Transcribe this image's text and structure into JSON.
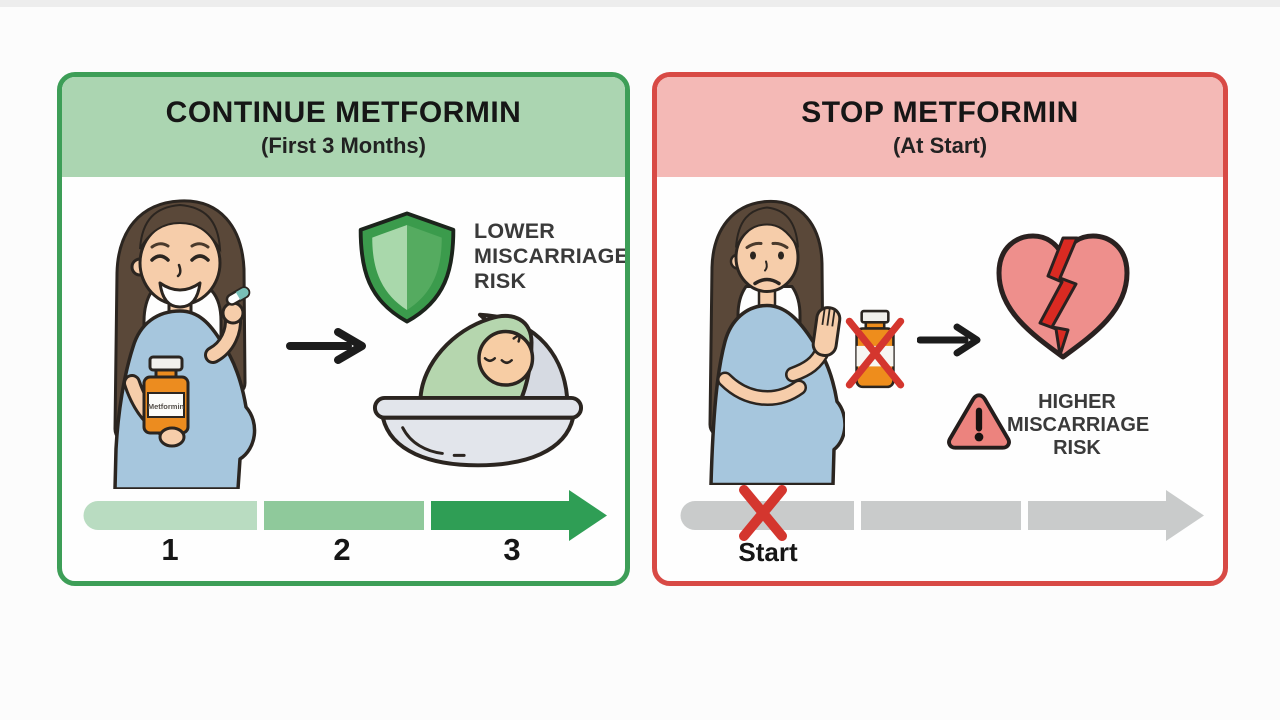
{
  "left_panel": {
    "title": "CONTINUE METFORMIN",
    "subtitle": "(First 3 Months)",
    "outcome_line1": "LOWER",
    "outcome_line2": "MISCARRIAGE",
    "outcome_line3": "RISK",
    "bottle_label": "Metformin",
    "timeline_labels": [
      "1",
      "2",
      "3"
    ],
    "icons": [
      "pregnant-woman-taking-pill",
      "right-arrow",
      "protection-shield",
      "baby-in-bassinet",
      "green-timeline-arrow"
    ]
  },
  "right_panel": {
    "title": "STOP METFORMIN",
    "subtitle": "(At Start)",
    "outcome_line1": "HIGHER",
    "outcome_line2": "MISCARRIAGE",
    "outcome_line3": "RISK",
    "timeline_start_label": "Start",
    "icons": [
      "pregnant-woman-refusing-pill",
      "crossed-out-pill-bottle",
      "right-arrow",
      "broken-heart",
      "warning-triangle",
      "gray-timeline-arrow",
      "red-x-mark"
    ]
  },
  "colors": {
    "page_bg": "#fcfcfc",
    "green_border": "#3d9e57",
    "green_header": "#abd5b1",
    "red_border": "#d84a45",
    "red_header": "#f4b9b6",
    "seg1": "#b9dcc1",
    "seg2": "#8fc99b",
    "seg3": "#2f9e55",
    "gray_seg": "#c9cbcb",
    "x_red": "#d4362e",
    "title_color": "#161616",
    "outcome_color": "#3a3a3a"
  }
}
